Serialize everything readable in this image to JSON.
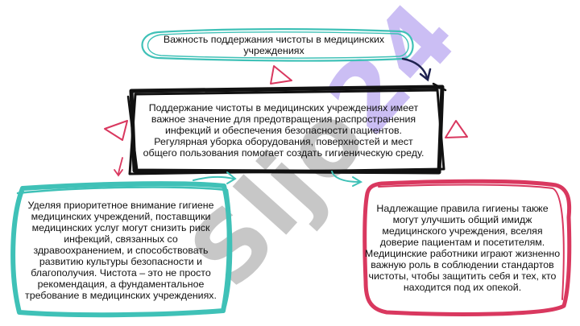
{
  "watermark": {
    "part1": "Sljo",
    "part2": "24"
  },
  "colors": {
    "teal": "#3fc1b7",
    "crimson": "#d9385f",
    "black": "#111111",
    "navy": "#1f2250",
    "watermark_grey": "#6b6b6b",
    "watermark_violet": "#8c6ee6"
  },
  "nodes": {
    "title": "Важность поддержания чистоты в медицинских учреждениях",
    "center": "Поддержание чистоты в медицинских учреждениях имеет важное значение для предотвращения распространения инфекций и обеспечения безопасности пациентов. Регулярная уборка оборудования, поверхностей и мест общего пользования помогает создать гигиеническую среду.",
    "left": "Уделяя приоритетное внимание гигиене медицинских учреждений, поставщики медицинских услуг могут снизить риск инфекций, связанных со здравоохранением, и способствовать развитию культуры безопасности и благополучия. Чистота – это не просто рекомендация, а фундаментальное требование в медицинских учреждениях.",
    "right": "Надлежащие правила гигиены также могут улучшить общий имидж медицинского учреждения, вселяя доверие пациентам и посетителям. Медицинские работники играют жизненно важную роль в соблюдении стандартов чистоты, чтобы защитить себя и тех, кто находится под их опекой."
  },
  "decorations": [
    "triangle-outline",
    "triangle-outline",
    "triangle-outline",
    "curved-arrow",
    "curved-arrow",
    "curved-arrow"
  ]
}
